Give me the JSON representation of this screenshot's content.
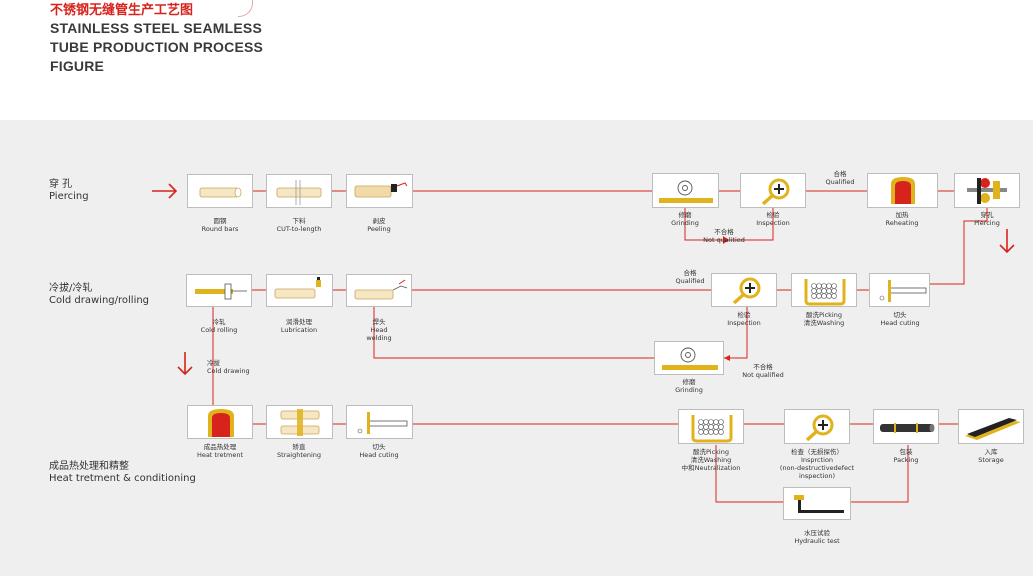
{
  "header": {
    "title_cn": "不锈钢无缝管生产工艺图",
    "title_en_1": "STAINLESS STEEL SEAMLESS",
    "title_en_2": "TUBE PRODUCTION PROCESS",
    "title_en_3": "FIGURE"
  },
  "colors": {
    "accent": "#d8231c",
    "gold": "#e0b21b",
    "line": "#d8231c",
    "panel": "#efefef"
  },
  "sections": {
    "piercing": {
      "cn": "穿 孔",
      "en": "Piercing"
    },
    "cold": {
      "cn": "冷拔/冷轧",
      "en": "Cold drawing/rolling"
    },
    "heat": {
      "cn": "成品热处理和精整",
      "en": "Heat tretment & conditioning"
    }
  },
  "steps": {
    "round_bars": {
      "cn": "圆钢",
      "en": "Round bars"
    },
    "cut": {
      "cn": "下料",
      "en": "CUT-to-length"
    },
    "peeling": {
      "cn": "剥皮",
      "en": "Peeling"
    },
    "grinding1": {
      "cn": "修磨",
      "en": "Grinding"
    },
    "inspection1": {
      "cn": "检验",
      "en": "Inspection"
    },
    "reheating": {
      "cn": "加热",
      "en": "Reheating"
    },
    "piercing": {
      "cn": "穿孔",
      "en": "Piercing"
    },
    "cold_rolling": {
      "cn": "冷轧",
      "en": "Cold rolling"
    },
    "lubrication": {
      "cn": "润滑处理",
      "en": "Lubrication"
    },
    "head_welding": {
      "cn": "焊头",
      "en": "Head",
      "en2": "welding"
    },
    "inspection2": {
      "cn": "检验",
      "en": "Inspection"
    },
    "pickling1": {
      "cn": "酸洗Picking",
      "en": "清洗Washing"
    },
    "head_cutting1": {
      "cn": "切头",
      "en": "Head cuting"
    },
    "grinding2": {
      "cn": "修磨",
      "en": "Grinding"
    },
    "heat_treatment": {
      "cn": "成品热处理",
      "en": "Heat tretment"
    },
    "straightening": {
      "cn": "矫直",
      "en": "Straightening"
    },
    "head_cutting2": {
      "cn": "切头",
      "en": "Head cuting"
    },
    "pickling2": {
      "cn": "酸洗Picking",
      "en": "清洗Washing",
      "en2": "中和Neutralization"
    },
    "inspection3": {
      "cn": "检查（无损探伤）",
      "en": "Insprction",
      "en2": "(non-destructivedefect",
      "en3": "inspection)"
    },
    "packing": {
      "cn": "包装",
      "en": "Packing"
    },
    "storage": {
      "cn": "入库",
      "en": "Storage"
    },
    "hydraulic": {
      "cn": "水压试验",
      "en": "Hydraulic test"
    }
  },
  "notes": {
    "qualified1": {
      "cn": "合格",
      "en": "Qualified"
    },
    "notqual1": {
      "cn": "不合格",
      "en": "Not qualitied"
    },
    "qualified2": {
      "cn": "合格",
      "en": "Qualified"
    },
    "notqual2": {
      "cn": "不合格",
      "en": "Not qualified"
    },
    "colddraw": {
      "cn": "冷拔",
      "en": "Cold drawing"
    }
  }
}
